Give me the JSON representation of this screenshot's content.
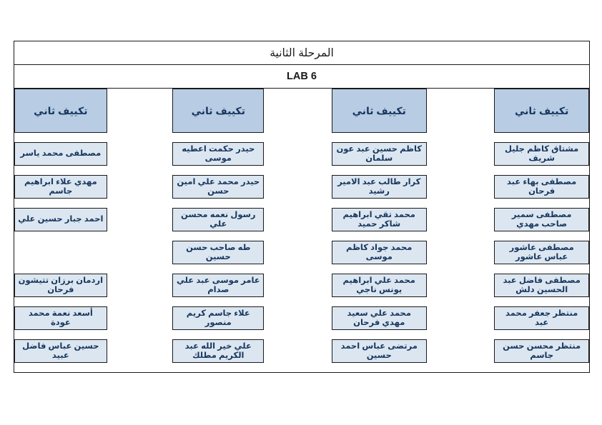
{
  "document": {
    "title": "المرحلة الثانية",
    "lab_label": "LAB 6"
  },
  "groups": [
    {
      "header": "تكييف ثاني",
      "students": [
        "مشتاق كاظم جليل شريف",
        "مصطفى بهاء عبد فرحان",
        "مصطفى سمير صاحب مهدي",
        "مصطفى عاشور عباس عاشور",
        "مصطفى فاضل عبد الحسين دلش",
        "منتظر جعفر محمد عبد",
        "منتظر محسن حسن جاسم"
      ]
    },
    {
      "header": "تكييف ثاني",
      "students": [
        "كاظم حسين عبد عون سلمان",
        "كرار طالب عبد الامير رشيد",
        "محمد تقي ابراهيم شاكر حميد",
        "محمد جواد كاظم موسى",
        "محمد علي ابراهيم يونس ناجي",
        "محمد علي سعيد مهدي فرحان",
        "مرتضى عباس احمد حسين"
      ]
    },
    {
      "header": "تكييف ثاني",
      "students": [
        "حيدر حكمت اعطيه موسى",
        "حيدر محمد علي امين حسن",
        "رسول نعمه محسن علي",
        "طه صاحب حسن حسين",
        "عامر موسى عبد علي صدام",
        "علاء جاسم كريم منصور",
        "علي خير الله عبد الكريم مطلك"
      ]
    },
    {
      "header": "تكييف ثاني",
      "students": [
        "مصطفى محمد ياسر",
        "مهدي علاء ابراهيم جاسم",
        "احمد جبار حسين علي",
        "",
        "اردمان برزان تتيشون فرحان",
        "أسعد نعمة محمد عودة",
        "حسين عباس فاضل عبيد"
      ]
    }
  ],
  "colors": {
    "header_fill": "#b8cce4",
    "cell_fill": "#dce6f1",
    "text": "#17375e",
    "border": "#1a1a1a",
    "page_background": "#ffffff"
  }
}
